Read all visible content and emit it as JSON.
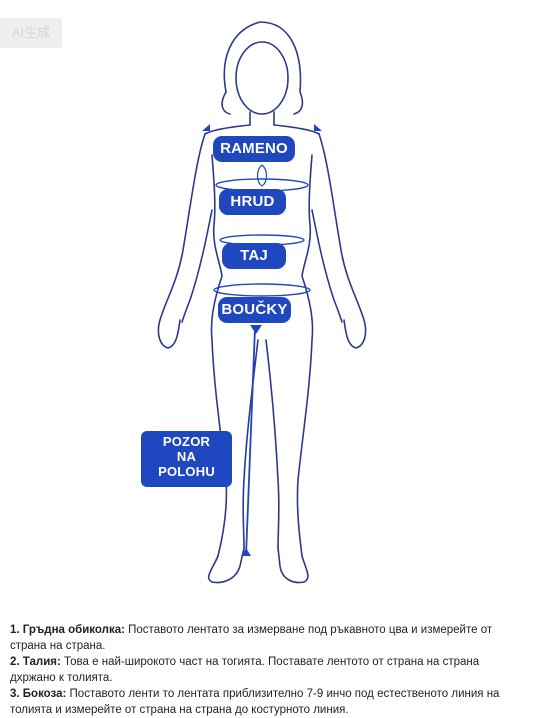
{
  "watermark": "AI生成",
  "labels": {
    "shoulder": "RAMENO",
    "bust": "HRUD",
    "waist": "TAJ",
    "hips": "BOUČKY",
    "inseam": [
      "POZOR",
      "NA",
      "POLOHU"
    ]
  },
  "notes": [
    {
      "term": "1. Гръдна обиколка:",
      "text": " Поставото лентато за измерване под ръкавното цвa и измерейте от страна на страна."
    },
    {
      "term": "2. Талия:",
      "text": " Това е най-широкото част на тогията. Поставате лентото от страна на страна дхржано к толията."
    },
    {
      "term": "3. Бокоза:",
      "text": " Поставото ленти то лентата приблизително 7-9 инчо под естественото линия на толията и измерейте от страна на страна до костурното линия."
    }
  ],
  "colors": {
    "label_fill": "#1f47c0",
    "outline": "#2d3a8c",
    "measure_line": "#1f47c0"
  }
}
